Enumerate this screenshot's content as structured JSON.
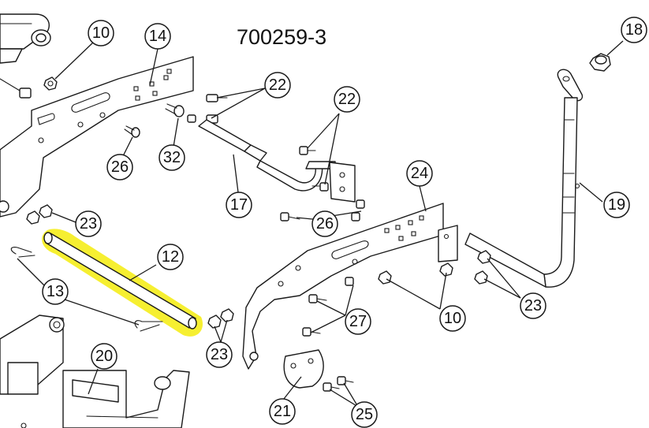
{
  "drawing": {
    "number": "700259-3",
    "highlight_color": "#f5ee1f",
    "line_color": "#1a1a1a",
    "highlighted_part": "12"
  },
  "callouts": [
    {
      "id": "10a",
      "label": "10"
    },
    {
      "id": "14",
      "label": "14"
    },
    {
      "id": "22a",
      "label": "22"
    },
    {
      "id": "22b",
      "label": "22"
    },
    {
      "id": "18",
      "label": "18"
    },
    {
      "id": "26a",
      "label": "26"
    },
    {
      "id": "32",
      "label": "32"
    },
    {
      "id": "17",
      "label": "17"
    },
    {
      "id": "24",
      "label": "24"
    },
    {
      "id": "19",
      "label": "19"
    },
    {
      "id": "23a",
      "label": "23"
    },
    {
      "id": "26b",
      "label": "26"
    },
    {
      "id": "12",
      "label": "12"
    },
    {
      "id": "13",
      "label": "13"
    },
    {
      "id": "10b",
      "label": "10"
    },
    {
      "id": "23b",
      "label": "23"
    },
    {
      "id": "27",
      "label": "27"
    },
    {
      "id": "23c",
      "label": "23"
    },
    {
      "id": "20",
      "label": "20"
    },
    {
      "id": "21",
      "label": "21"
    },
    {
      "id": "25",
      "label": "25"
    }
  ]
}
